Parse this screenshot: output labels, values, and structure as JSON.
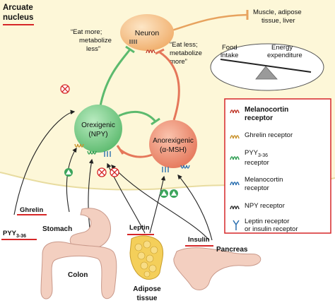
{
  "region": {
    "title_line1": "Arcuate",
    "title_line2": "nucleus"
  },
  "neuron": {
    "label": "Neuron"
  },
  "orexigenic": {
    "label_line1": "Orexigenic",
    "label_line2": "(NPY)"
  },
  "anorexigenic": {
    "label_line1": "Anorexigenic",
    "label_line2": "(α-MSH)"
  },
  "messages": {
    "eat_more": [
      "“Eat more;",
      "metabolize",
      "less”"
    ],
    "eat_less": [
      "“Eat less;",
      "metabolize",
      "more”"
    ]
  },
  "target": {
    "line1": "Muscle, adipose",
    "line2": "tissue, liver"
  },
  "balance": {
    "left_line1": "Food",
    "left_line2": "intake",
    "right_line1": "Energy",
    "right_line2": "expenditure"
  },
  "hormones": {
    "ghrelin": "Ghrelin",
    "pyy": "PYY",
    "pyy_sub": "3-36",
    "leptin": "Leptin",
    "insulin": "Insulin"
  },
  "organs": {
    "stomach": "Stomach",
    "colon": "Colon",
    "adipose_line1": "Adipose",
    "adipose_line2": "tissue",
    "pancreas": "Pancreas"
  },
  "legend": {
    "items": [
      {
        "lines": [
          "Melanocortin",
          "receptor"
        ],
        "color": "#c0392b",
        "bold": true
      },
      {
        "lines": [
          "Ghrelin receptor"
        ],
        "color": "#c8912a"
      },
      {
        "lines": [
          "PYY",
          "receptor"
        ],
        "sub": "3-36",
        "color": "#2e9e52"
      },
      {
        "lines": [
          "Melanocortin",
          "receptor"
        ],
        "color": "#2a6fb0"
      },
      {
        "lines": [
          "NPY receptor"
        ],
        "color": "#333333"
      },
      {
        "lines": [
          "Leptin receptor",
          "or insulin receptor"
        ],
        "color": "#2a6fb0"
      }
    ]
  },
  "colors": {
    "neuron": "#f6c28a",
    "orexigenic": "#7ccf8a",
    "anorexigenic": "#f19a76",
    "nucleus_bg": "#fdf7d8",
    "hormone_underline": "#d62728",
    "organ": "#f3cfc0",
    "fat": "#f4cf5a"
  }
}
